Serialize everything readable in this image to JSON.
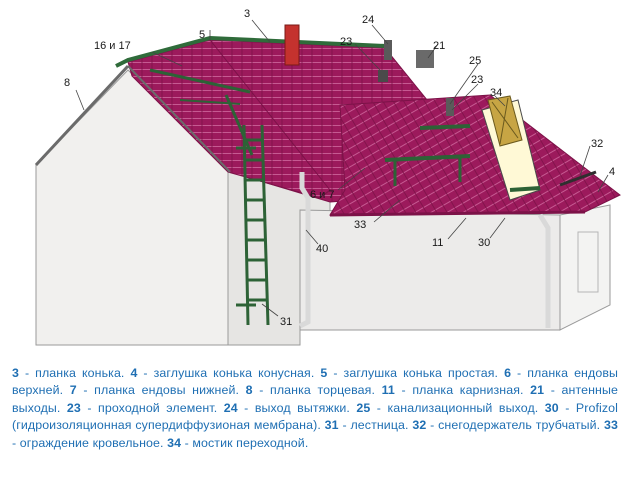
{
  "diagram": {
    "labels": [
      {
        "id": "3",
        "text": "3"
      },
      {
        "id": "24",
        "text": "24"
      },
      {
        "id": "5",
        "text": "5"
      },
      {
        "id": "16i17",
        "text": "16 и 17"
      },
      {
        "id": "23a",
        "text": "23"
      },
      {
        "id": "21",
        "text": "21"
      },
      {
        "id": "8",
        "text": "8"
      },
      {
        "id": "25",
        "text": "25"
      },
      {
        "id": "23b",
        "text": "23"
      },
      {
        "id": "34",
        "text": "34"
      },
      {
        "id": "32",
        "text": "32"
      },
      {
        "id": "4",
        "text": "4"
      },
      {
        "id": "6i7",
        "text": "6 и 7"
      },
      {
        "id": "33",
        "text": "33"
      },
      {
        "id": "11",
        "text": "11"
      },
      {
        "id": "30",
        "text": "30"
      },
      {
        "id": "40",
        "text": "40"
      },
      {
        "id": "31",
        "text": "31"
      }
    ],
    "colors": {
      "roof": "#9c1a5c",
      "roof_line": "#c65a92",
      "wall": "#f1f0ee",
      "wall_edge": "#9a9a9a",
      "ridge_green": "#2f6b3a",
      "chimney": "#c4322e",
      "ladder": "#2d6236",
      "legend_text": "#1f6fb3"
    }
  },
  "legend": [
    {
      "num": "3",
      "text": " - планка конька. "
    },
    {
      "num": "4",
      "text": " - заглушка конька конусная. "
    },
    {
      "num": "5",
      "text": " - заглушка конька простая. "
    },
    {
      "num": "6",
      "text": " - планка ендовы верхней. "
    },
    {
      "num": "7",
      "text": " - планка ендовы нижней. "
    },
    {
      "num": "8",
      "text": " - планка торцевая. "
    },
    {
      "num": "11",
      "text": " - планка карнизная. "
    },
    {
      "num": "21",
      "text": " - антенные выходы. "
    },
    {
      "num": "23",
      "text": " - проходной элемент. "
    },
    {
      "num": "24",
      "text": " - выход вытяжки. "
    },
    {
      "num": "25",
      "text": " - канализационный выход. "
    },
    {
      "num": "30",
      "text": " - Profizol (гидроизоляционная супердиффузионая мембрана). "
    },
    {
      "num": "31",
      "text": " - лестница. "
    },
    {
      "num": "32",
      "text": " - снегодержатель трубчатый. "
    },
    {
      "num": "33",
      "text": " - ограждение кровельное. "
    },
    {
      "num": "34",
      "text": " - мостик переходной."
    }
  ]
}
